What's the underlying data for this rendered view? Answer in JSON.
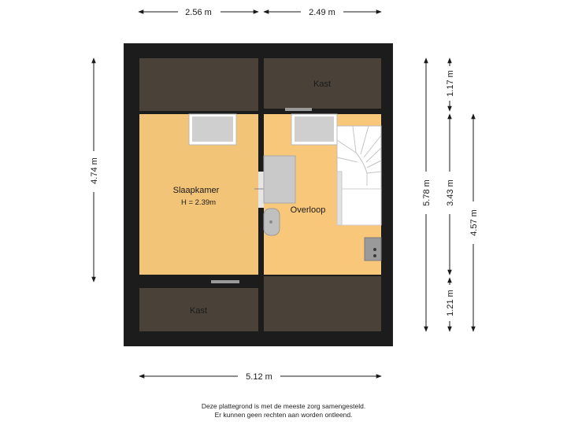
{
  "rooms": {
    "slaapkamer": {
      "name": "Slaapkamer",
      "height": "H = 2.39m"
    },
    "overloop": {
      "name": "Overloop"
    },
    "kast_top": {
      "name": "Kast"
    },
    "kast_bottom": {
      "name": "Kast"
    }
  },
  "dimensions": {
    "top_left": "2.56 m",
    "top_right": "2.49 m",
    "bottom_total": "5.12 m",
    "left_height": "4.74 m",
    "right_total": "5.78 m",
    "right_top": "1.17 m",
    "right_middle": "3.43 m",
    "right_bottom": "1.21 m",
    "right_outer": "4.57 m"
  },
  "disclaimer": {
    "line1": "Deze plattegrond is met de meeste zorg samengesteld.",
    "line2": "Er kunnen geen rechten aan worden ontleend."
  },
  "colors": {
    "wall": "#1c1c1c",
    "dark_floor": "#4a4238",
    "bedroom_floor": "#f2c477",
    "landing_floor": "#f9c77a",
    "fixture": "#c9c9c9"
  }
}
